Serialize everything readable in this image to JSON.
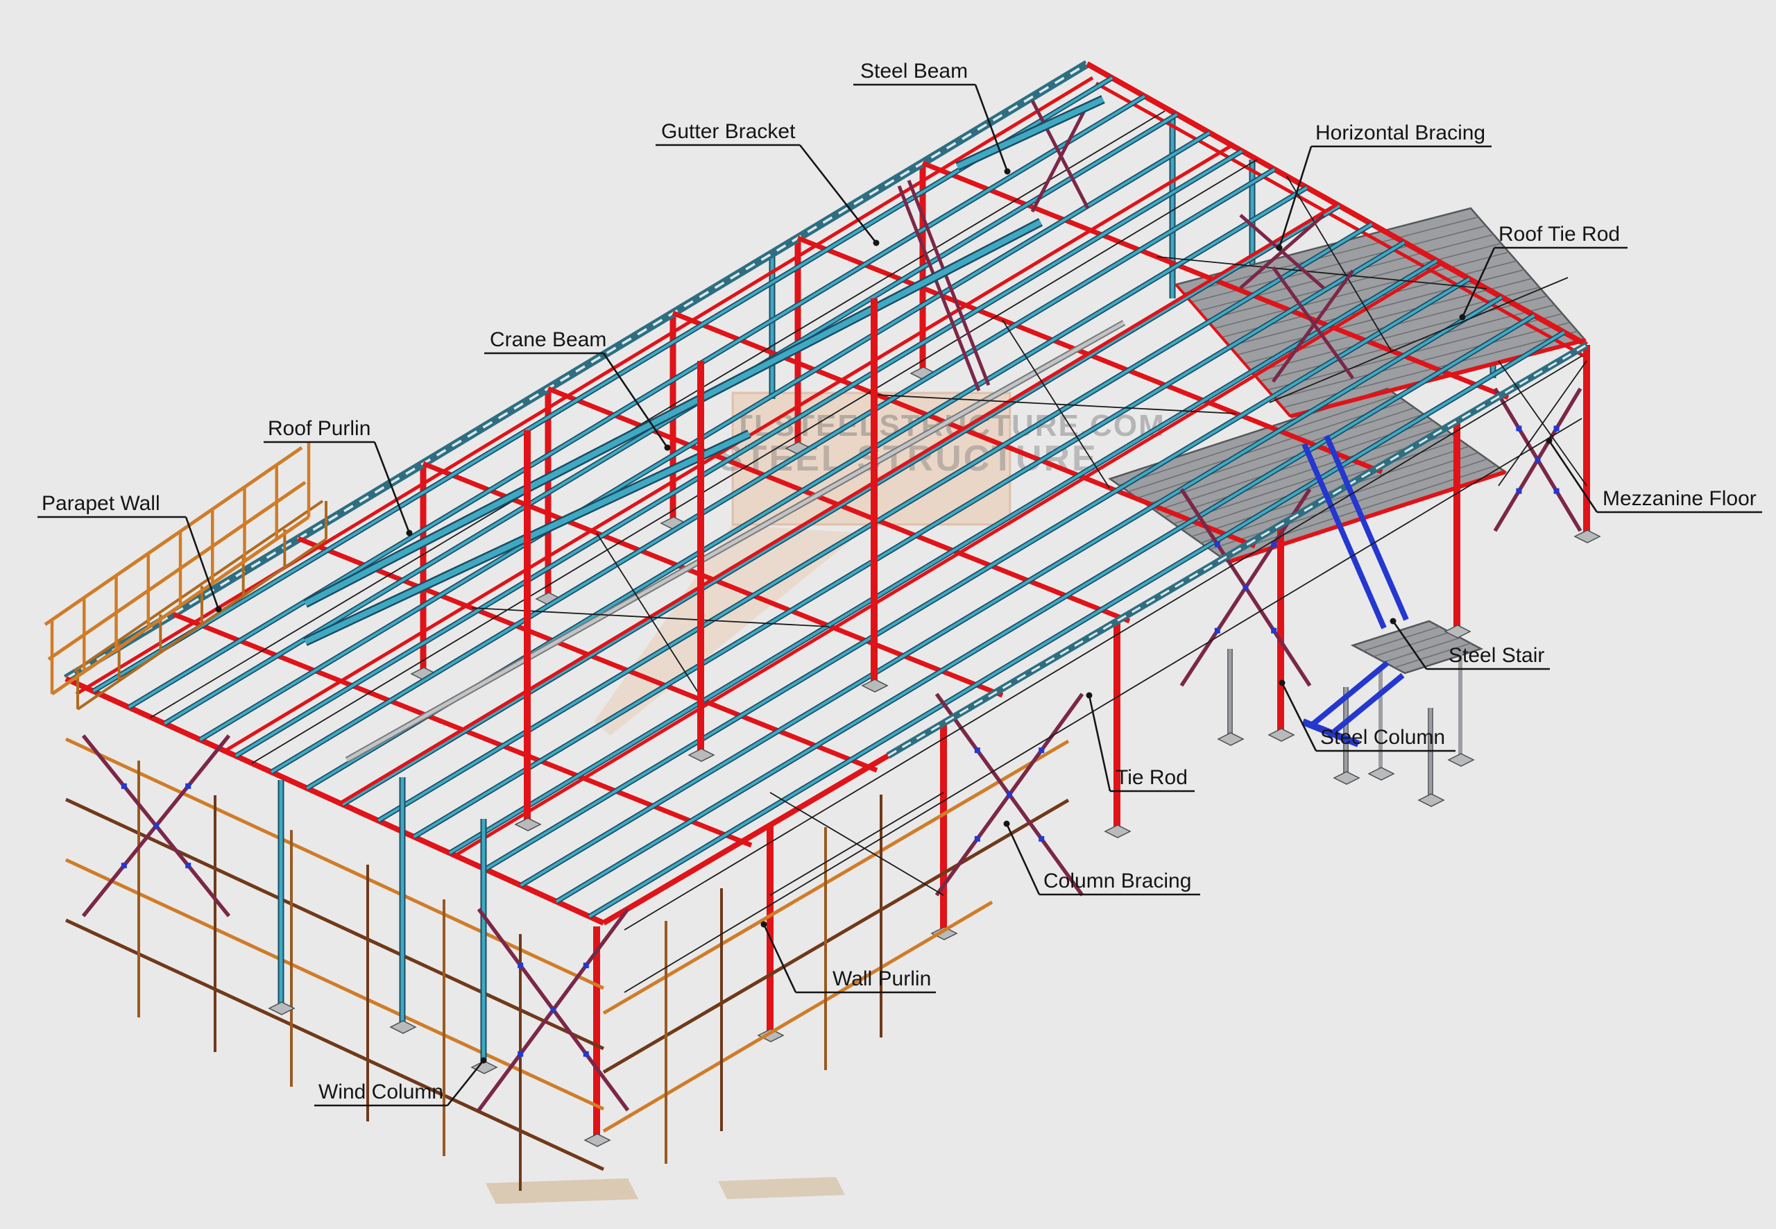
{
  "title": "Steel structure building components diagram",
  "watermark": {
    "line1": "TLSTEELSTRUCTURE.COM",
    "line2": "STEEL STRUCTURE"
  },
  "labels": [
    {
      "id": "steel-beam",
      "text": "Steel Beam"
    },
    {
      "id": "gutter-bracket",
      "text": "Gutter Bracket"
    },
    {
      "id": "horizontal-bracing",
      "text": "Horizontal Bracing"
    },
    {
      "id": "roof-tie-rod",
      "text": "Roof Tie Rod"
    },
    {
      "id": "crane-beam",
      "text": "Crane Beam"
    },
    {
      "id": "roof-purlin",
      "text": "Roof Purlin"
    },
    {
      "id": "parapet-wall",
      "text": "Parapet Wall"
    },
    {
      "id": "mezzanine-floor",
      "text": "Mezzanine Floor"
    },
    {
      "id": "steel-stair",
      "text": "Steel Stair"
    },
    {
      "id": "steel-column",
      "text": "Steel Column"
    },
    {
      "id": "tie-rod",
      "text": "Tie Rod"
    },
    {
      "id": "column-bracing",
      "text": "Column Bracing"
    },
    {
      "id": "wall-purlin",
      "text": "Wall Purlin"
    },
    {
      "id": "wind-column",
      "text": "Wind Column"
    }
  ],
  "palette": {
    "background": "#e9e9e9",
    "primary_steel_red": "#e01318",
    "purlin_teal": "#3fa9c2",
    "gutter_dark_teal": "#2e6e80",
    "girt_orange": "#d07c28",
    "girt_brown": "#70391a",
    "bracing_maroon": "#7b2748",
    "stair_blue": "#2437cf",
    "deck_gray": "#9c9ea1",
    "label_black": "#151515"
  }
}
